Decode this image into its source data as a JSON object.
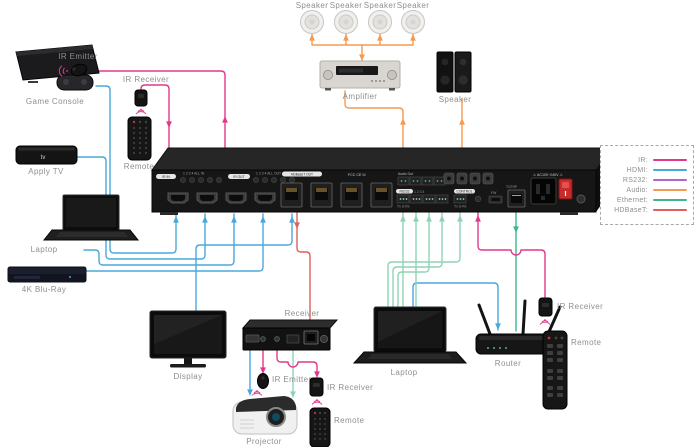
{
  "colors": {
    "ir": "#e0398c",
    "hdmi": "#49a8db",
    "rs232": "#b067c9",
    "audio": "#f49a52",
    "ethernet": "#3eb787",
    "ethernet_light": "#8ed4b4",
    "hdbaset": "#e25d5d"
  },
  "legend": {
    "items": [
      {
        "label": "IR:"
      },
      {
        "label": "HDMI:"
      },
      {
        "label": "RS232:"
      },
      {
        "label": "Audio:"
      },
      {
        "label": "Ethernet:"
      },
      {
        "label": "HDBaseT:"
      }
    ]
  },
  "labels": {
    "speaker1": "Speaker",
    "speaker2": "Speaker",
    "speaker3": "Speaker",
    "speaker4": "Speaker",
    "amplifier": "Amplifier",
    "speaker_pair": "Speaker",
    "ir_emitter_top": "IR Emitter",
    "ir_receiver_left": "IR Receiver",
    "remote_left": "Remote",
    "game_console": "Game Console",
    "apple_tv": "Apply TV",
    "laptop_left": "Laptop",
    "bluray": "4K Blu-Ray",
    "display": "Display",
    "receiver": "Receiver",
    "ir_emitter_bottom": "IR Emitter",
    "projector": "Projector",
    "ir_receiver_bottom": "IR Receiver",
    "remote_bottom": "Remote",
    "laptop_main": "Laptop",
    "router": "Router",
    "ir_receiver_right": "IR Receiver",
    "remote_right": "Remote"
  },
  "matrix": {
    "ir_in": "IR IN",
    "ir_out": "IR OUT",
    "jacks_in": "1  2  3  4  ALL IN",
    "jacks_out": "1  2  3  4  ALL OUT",
    "hdbaset_out": "HDBaseT OUT",
    "audio_out": "Audio Out",
    "rs232": "RS232",
    "control": "CONTROL",
    "txgrx1": "Tx G Rx",
    "txgrx2": "Tx G Rx",
    "rs232_nums": "1    2    3    4",
    "fw": "FW",
    "tcpip": "TCP/IP",
    "power": "⚠ AC100~240V ⚠",
    "cert": "FCC  CE  ☒"
  }
}
